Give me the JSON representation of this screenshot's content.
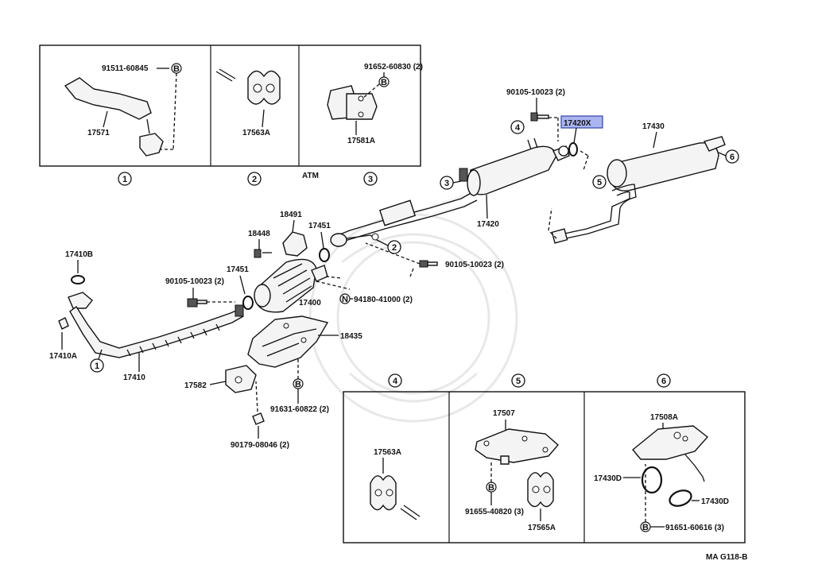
{
  "diagram_code": "MA G118-B",
  "atm_label": "ATM",
  "highlight_color": "#aab4f0",
  "parts": {
    "p_91511_60845": "91511-60845",
    "p_17571": "17571",
    "p_17563A_top": "17563A",
    "p_91652_60830": "91652-60830 (2)",
    "p_17581A": "17581A",
    "p_90105_10023_top": "90105-10023 (2)",
    "p_17420X": "17420X",
    "p_17430": "17430",
    "p_17420": "17420",
    "p_18491": "18491",
    "p_18448": "18448",
    "p_17451_a": "17451",
    "p_17451_b": "17451",
    "p_17410B": "17410B",
    "p_90105_10023_left": "90105-10023 (2)",
    "p_90105_10023_mid": "90105-10023 (2)",
    "p_17400": "17400",
    "p_94180_41000": "94180-41000 (2)",
    "p_18435": "18435",
    "p_17410A": "17410A",
    "p_17410": "17410",
    "p_17582": "17582",
    "p_91631_60822": "91631-60822 (2)",
    "p_90179_08046": "90179-08046 (2)",
    "p_17563A_bot": "17563A",
    "p_17507": "17507",
    "p_91655_40820": "91655-40820 (3)",
    "p_17565A": "17565A",
    "p_17508A": "17508A",
    "p_17430D_a": "17430D",
    "p_17430D_b": "17430D",
    "p_91651_60616": "91651-60616 (3)"
  },
  "markers": {
    "one": "1",
    "two": "2",
    "three": "3",
    "four": "4",
    "five": "5",
    "six": "6",
    "B": "B",
    "N": "N"
  }
}
